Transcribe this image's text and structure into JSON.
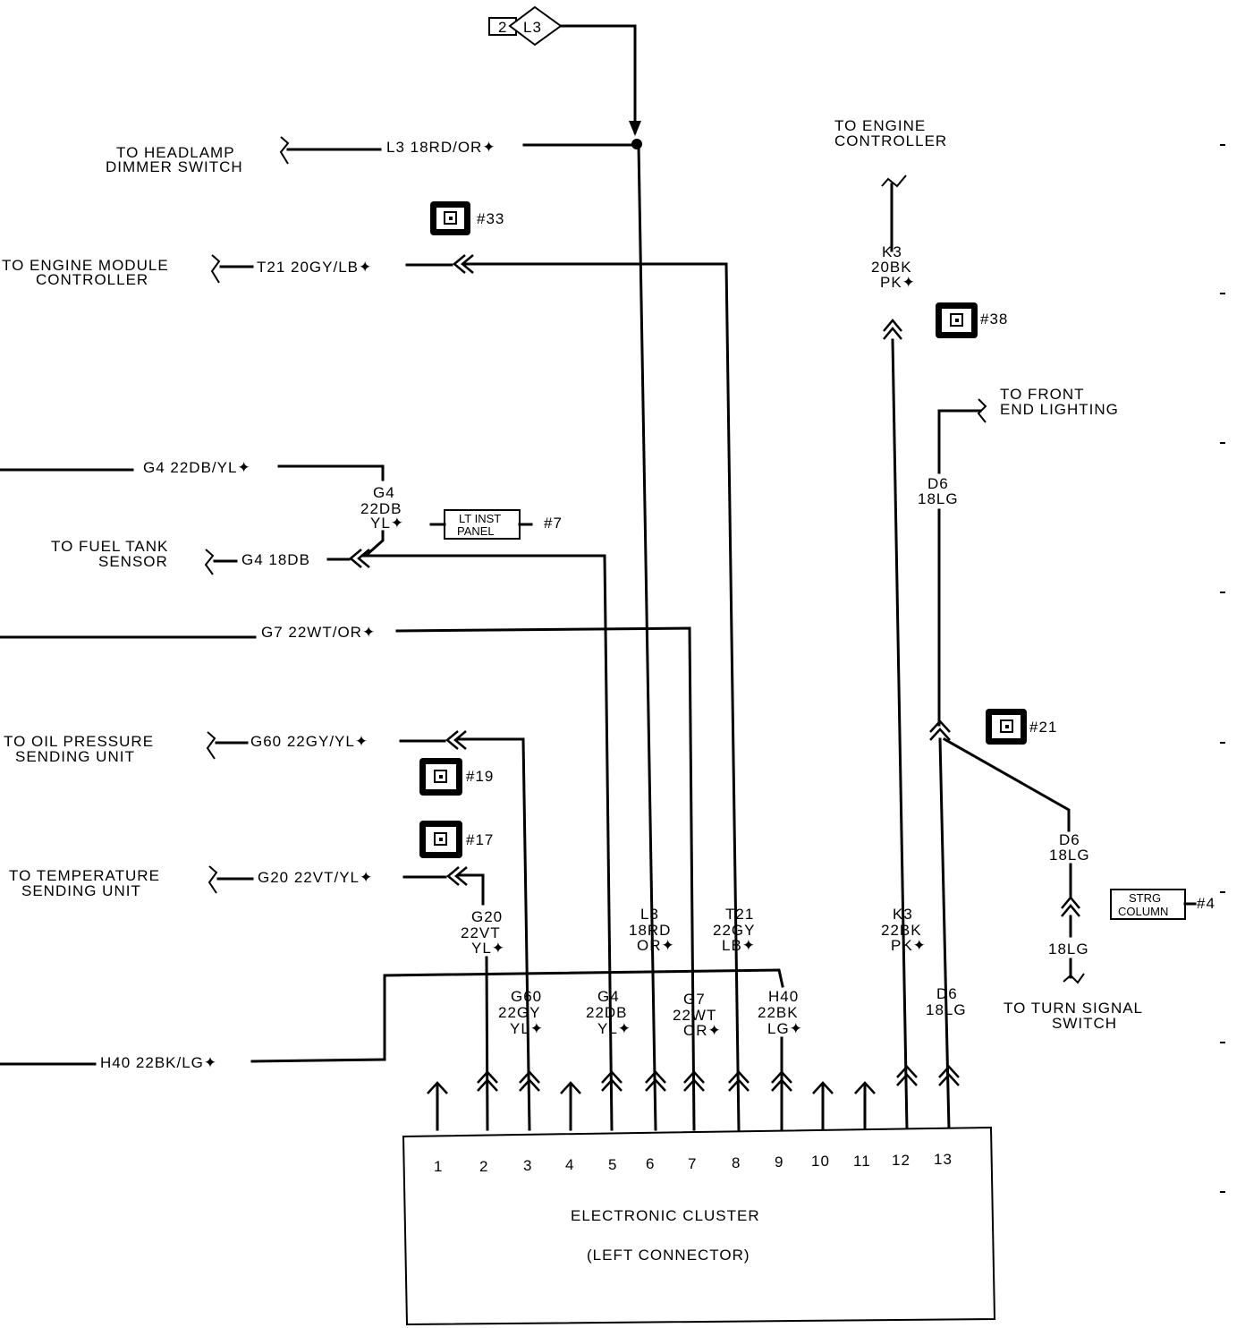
{
  "source": {
    "pin": "2",
    "circuit": "L3"
  },
  "wires": {
    "l3_splice": "L3  18RD/OR✦",
    "t21_main": "T21  20GY/LB✦",
    "g4_main": "G4  22DB/YL✦",
    "g4_fuel": "G4  18DB",
    "g7_main": "G7  22WT/OR✦",
    "g60_main": "G60  22GY/YL✦",
    "g20_main": "G20  22VT/YL✦",
    "h40_main": "H40  22BK/LG✦"
  },
  "destinations": {
    "headlamp": [
      "TO HEADLAMP",
      "DIMMER SWITCH"
    ],
    "engine_module": [
      "TO ENGINE MODULE",
      "CONTROLLER"
    ],
    "engine_controller": [
      "TO ENGINE",
      "CONTROLLER"
    ],
    "front_end": [
      "TO FRONT",
      "END LIGHTING"
    ],
    "fuel_tank": [
      "TO FUEL TANK",
      "SENSOR"
    ],
    "oil_pressure": [
      "TO OIL PRESSURE",
      "SENDING UNIT"
    ],
    "temperature": [
      "TO TEMPERATURE",
      "SENDING UNIT"
    ],
    "turn_signal": [
      "TO TURN SIGNAL",
      "SWITCH"
    ]
  },
  "connector_refs": {
    "c33": "#33",
    "c38": "#38",
    "c21": "#21",
    "c19": "#19",
    "c17": "#17",
    "c7": "#7",
    "c4": "#4"
  },
  "boxes": {
    "lt_inst": [
      "LT INST",
      "PANEL"
    ],
    "strg": [
      "STRG",
      "COLUMN"
    ]
  },
  "vertical_labels": {
    "k3_upper": [
      "K3",
      "20BK",
      "PK✦"
    ],
    "d6_upper": [
      "D6",
      "18LG"
    ],
    "g4_upper": [
      "G4",
      "22DB",
      "YL✦"
    ],
    "d6_branch": [
      "D6",
      "18LG"
    ],
    "lg_18": [
      "18LG"
    ],
    "g20": [
      "G20",
      "22VT",
      "YL✦"
    ],
    "l3": [
      "L3",
      "18RD",
      "OR✦"
    ],
    "t21": [
      "T21",
      "22GY",
      "LB✦"
    ],
    "k3_lower": [
      "K3",
      "22BK",
      "PK✦"
    ],
    "g60": [
      "G60",
      "22GY",
      "YL✦"
    ],
    "g4_lower": [
      "G4",
      "22DB",
      "YL✦"
    ],
    "g7": [
      "G7",
      "22WT",
      "OR✦"
    ],
    "h40": [
      "H40",
      "22BK",
      "LG✦"
    ],
    "d6_lower": [
      "D6",
      "18LG"
    ]
  },
  "cluster": {
    "title": "ELECTRONIC CLUSTER",
    "subtitle": "(LEFT CONNECTOR)",
    "pins": [
      "1",
      "2",
      "3",
      "4",
      "5",
      "6",
      "7",
      "8",
      "9",
      "10",
      "11",
      "12",
      "13"
    ]
  }
}
